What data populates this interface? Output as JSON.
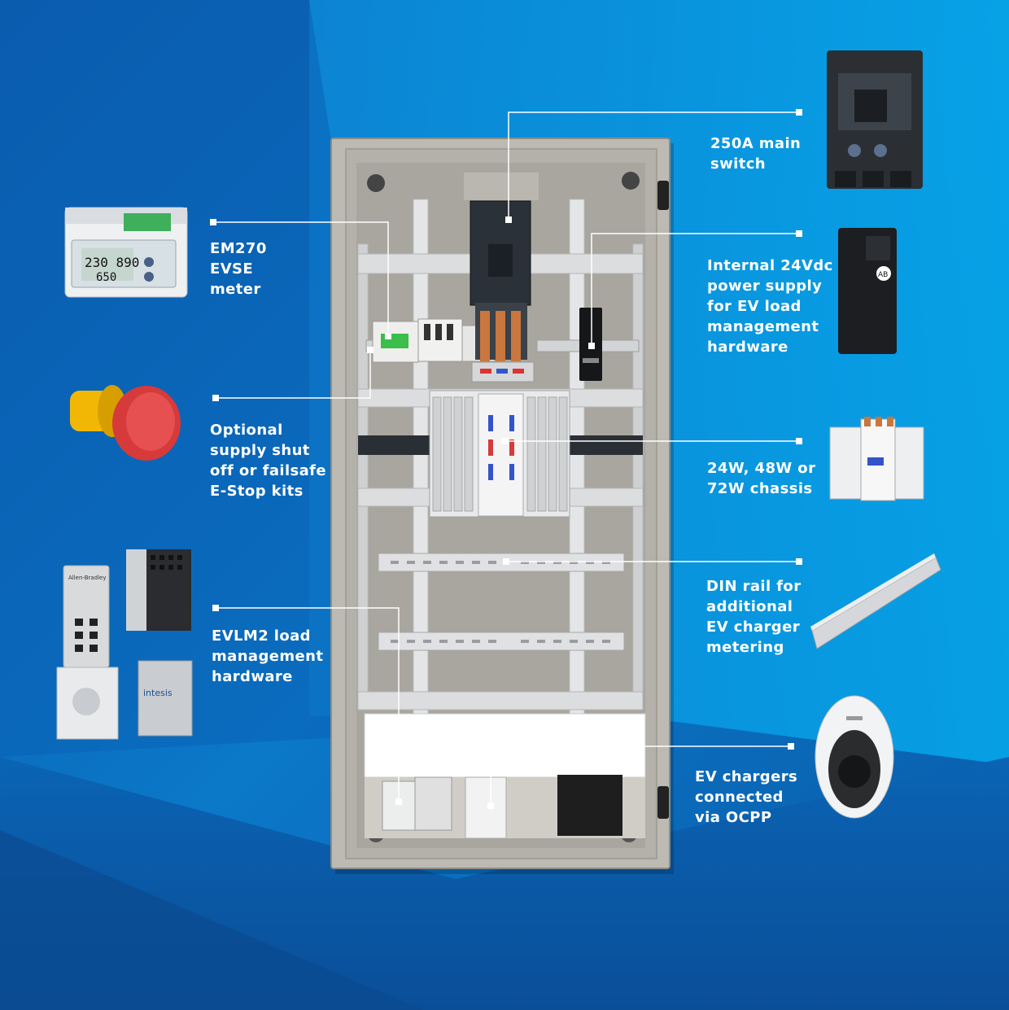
{
  "colors": {
    "bg_dark": "#0a4f9c",
    "bg_light": "#0aa2e6",
    "cabinet": "#bcbab2",
    "cabinet_inner": "#a9a69f",
    "callout": "#ffffff"
  },
  "callouts": {
    "em270": [
      "EM270",
      "EVSE",
      "meter"
    ],
    "estop": [
      "Optional",
      "supply shut",
      "off or failsafe",
      "E-Stop kits"
    ],
    "evlm2": [
      "EVLM2 load",
      "management",
      "hardware"
    ],
    "main_switch": [
      "250A main",
      "switch"
    ],
    "psu": [
      "Internal 24Vdc",
      "power supply",
      "for EV load",
      "management",
      "hardware"
    ],
    "chassis": [
      "24W, 48W or",
      "72W chassis"
    ],
    "din_rail": [
      "DIN rail for",
      "additional",
      "EV charger",
      "metering"
    ],
    "chargers": [
      "EV chargers",
      "connected",
      "via OCPP"
    ]
  },
  "product_texts": {
    "meter_display_1": "230 890",
    "meter_display_2": "650",
    "router_brand": "Allen-Bradley",
    "gateway_brand": "intesis",
    "psu_badge": "AB"
  }
}
